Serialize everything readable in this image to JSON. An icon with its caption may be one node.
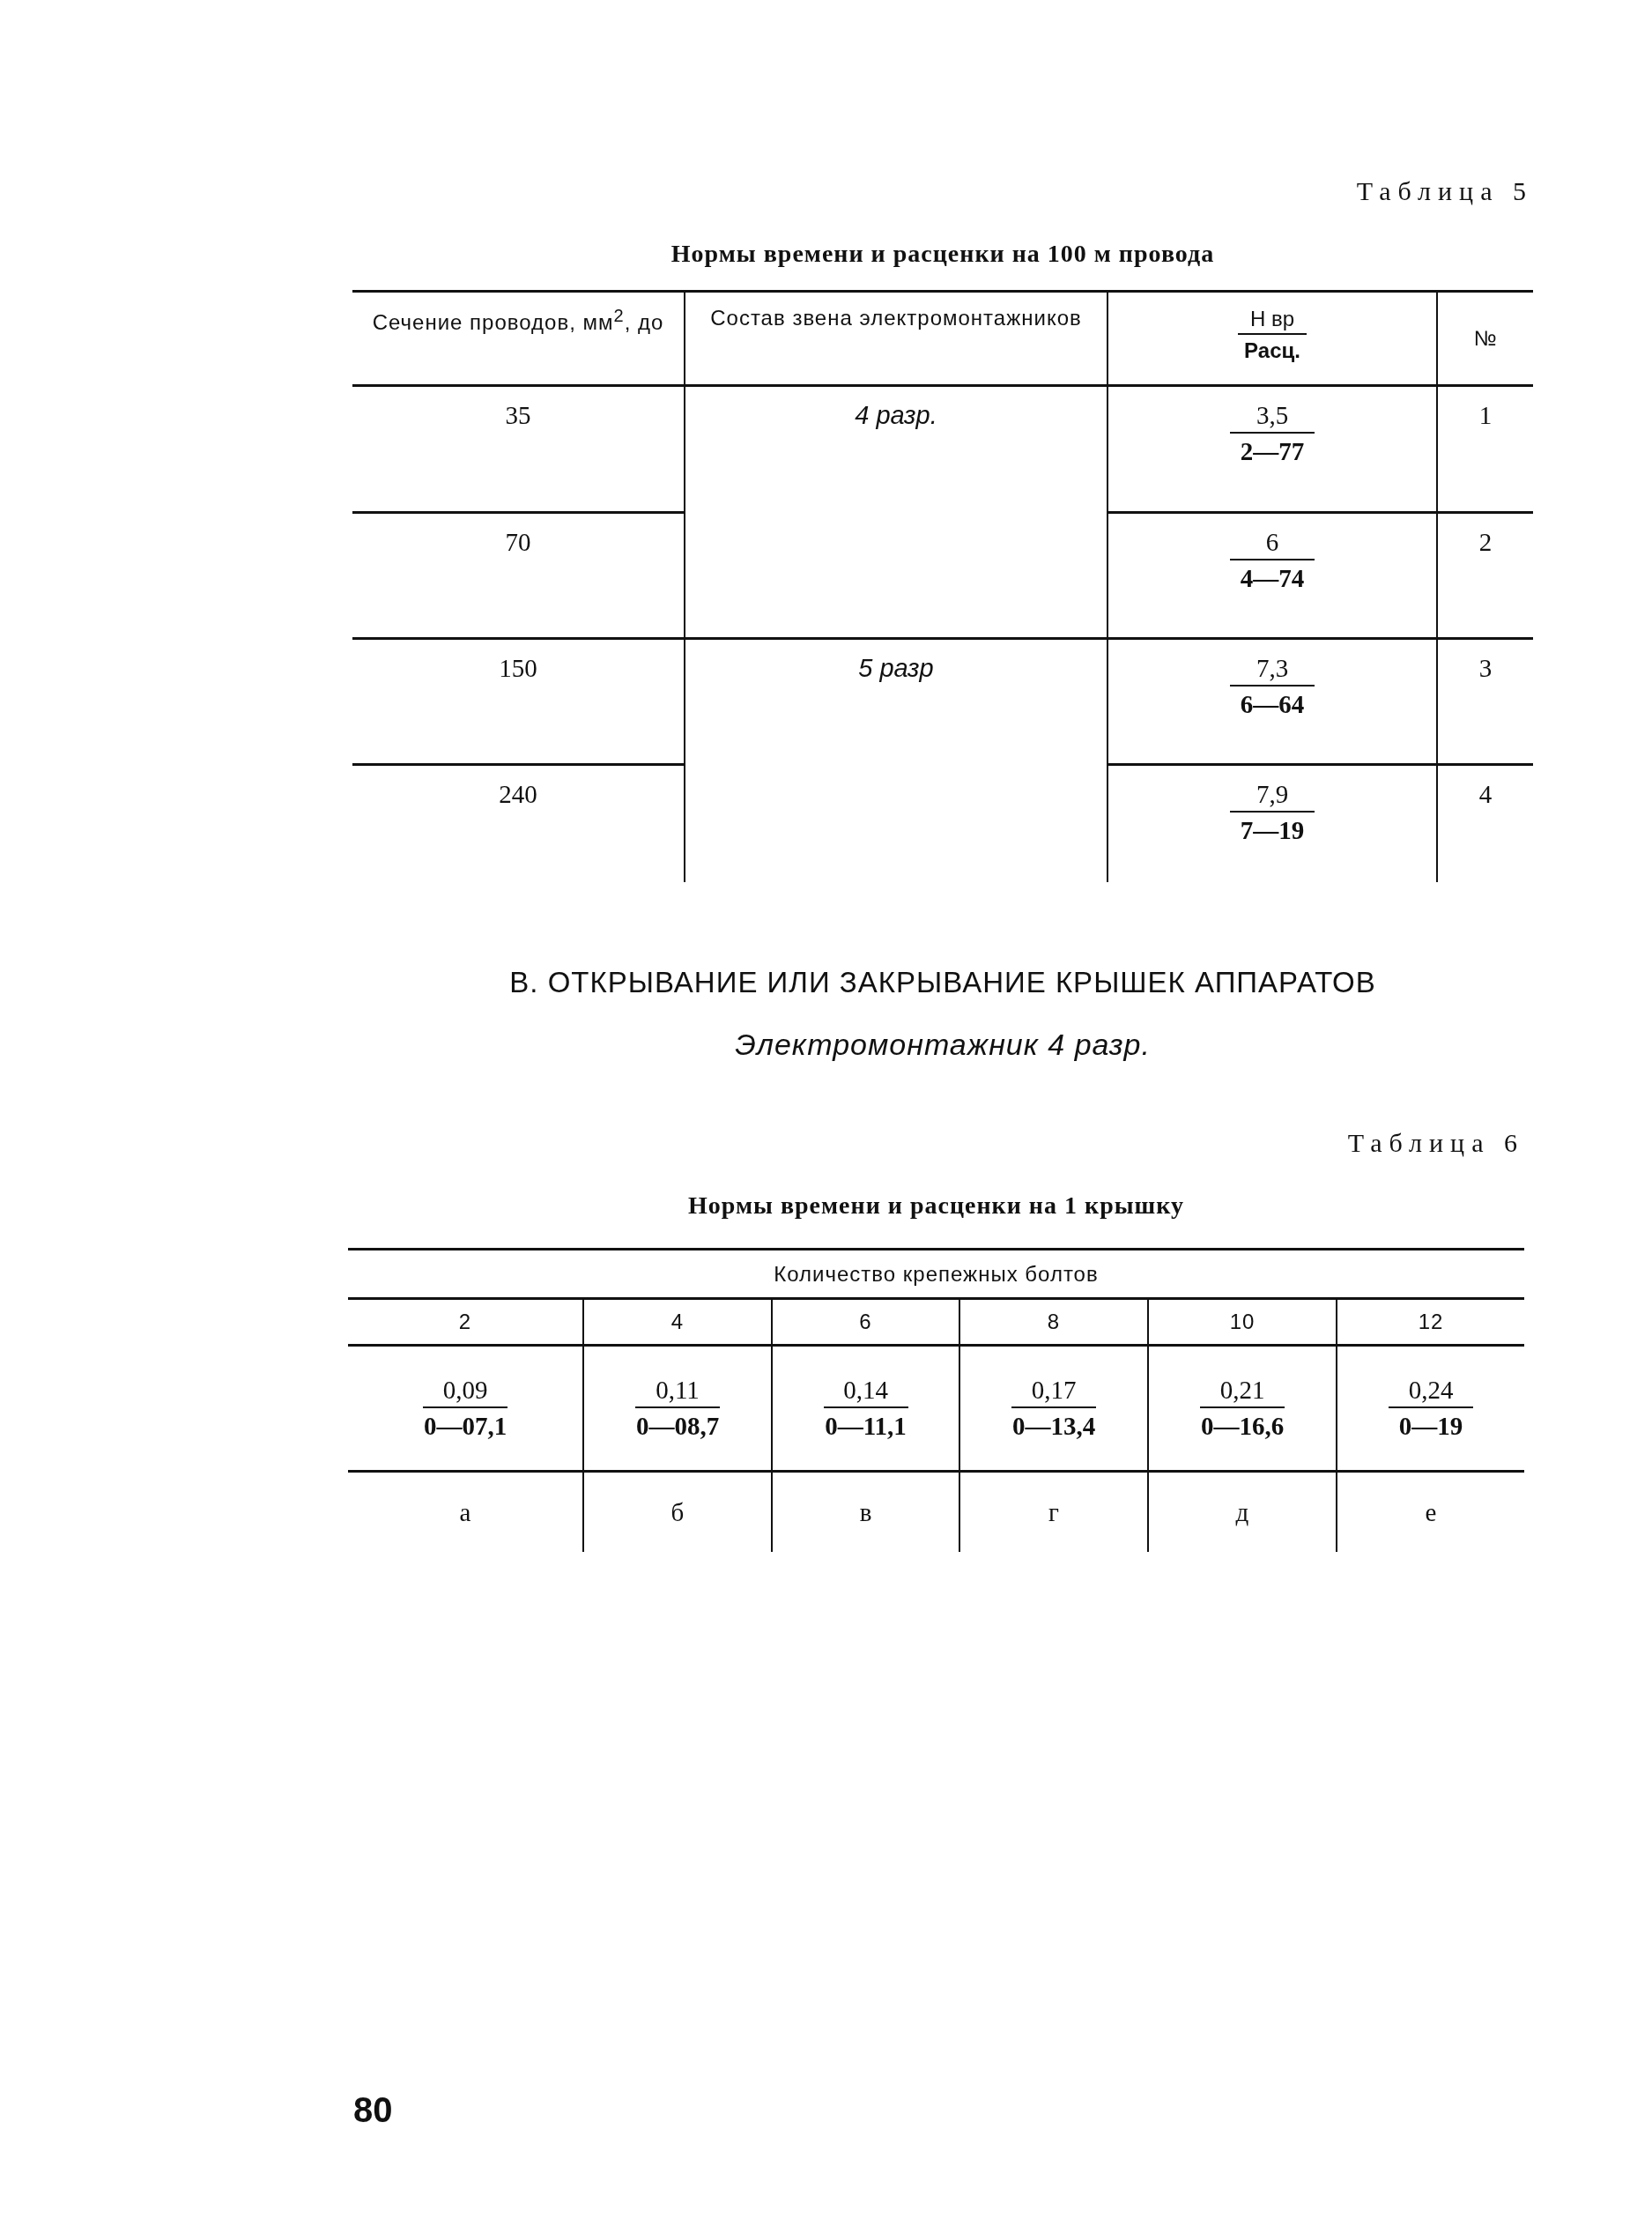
{
  "diagram": {
    "labels": [
      "Таблица 5",
      "Нормы времени и расценки на 100 м провода",
      "Сечение проводов, мм$^{2}$, до",
      "Состав звена электромонтажников",
      "Н вр",
      "Расц.",
      "№",
      "35",
      "4 разр.",
      "3,5",
      "2—77",
      "1",
      "70",
      "6",
      "4—74",
      "2",
      "150",
      "5 разр",
      "7,3",
      "6—64",
      "3",
      "240",
      "7,9",
      "7—19",
      "4",
      "В. ОТКРЫВАНИЕ ИЛИ ЗАКРЫВАНИЕ КРЫШЕК АППАРАТОВ",
      "Электромонтажник 4 разр.",
      "Таблица 6",
      "Нормы времени и расценки на 1 крышку",
      "Количество крепежных болтов",
      "2",
      "4",
      "6",
      "8",
      "10",
      "12",
      "0,09",
      "0—07,1",
      "0,11",
      "0—08,7",
      "0,14",
      "0—11,1",
      "0,17",
      "0—13,4",
      "0,21",
      "0—16,6",
      "0,24",
      "0—19",
      "а",
      "б",
      "в",
      "г",
      "д",
      "е",
      "80"
    ]
  }
}
